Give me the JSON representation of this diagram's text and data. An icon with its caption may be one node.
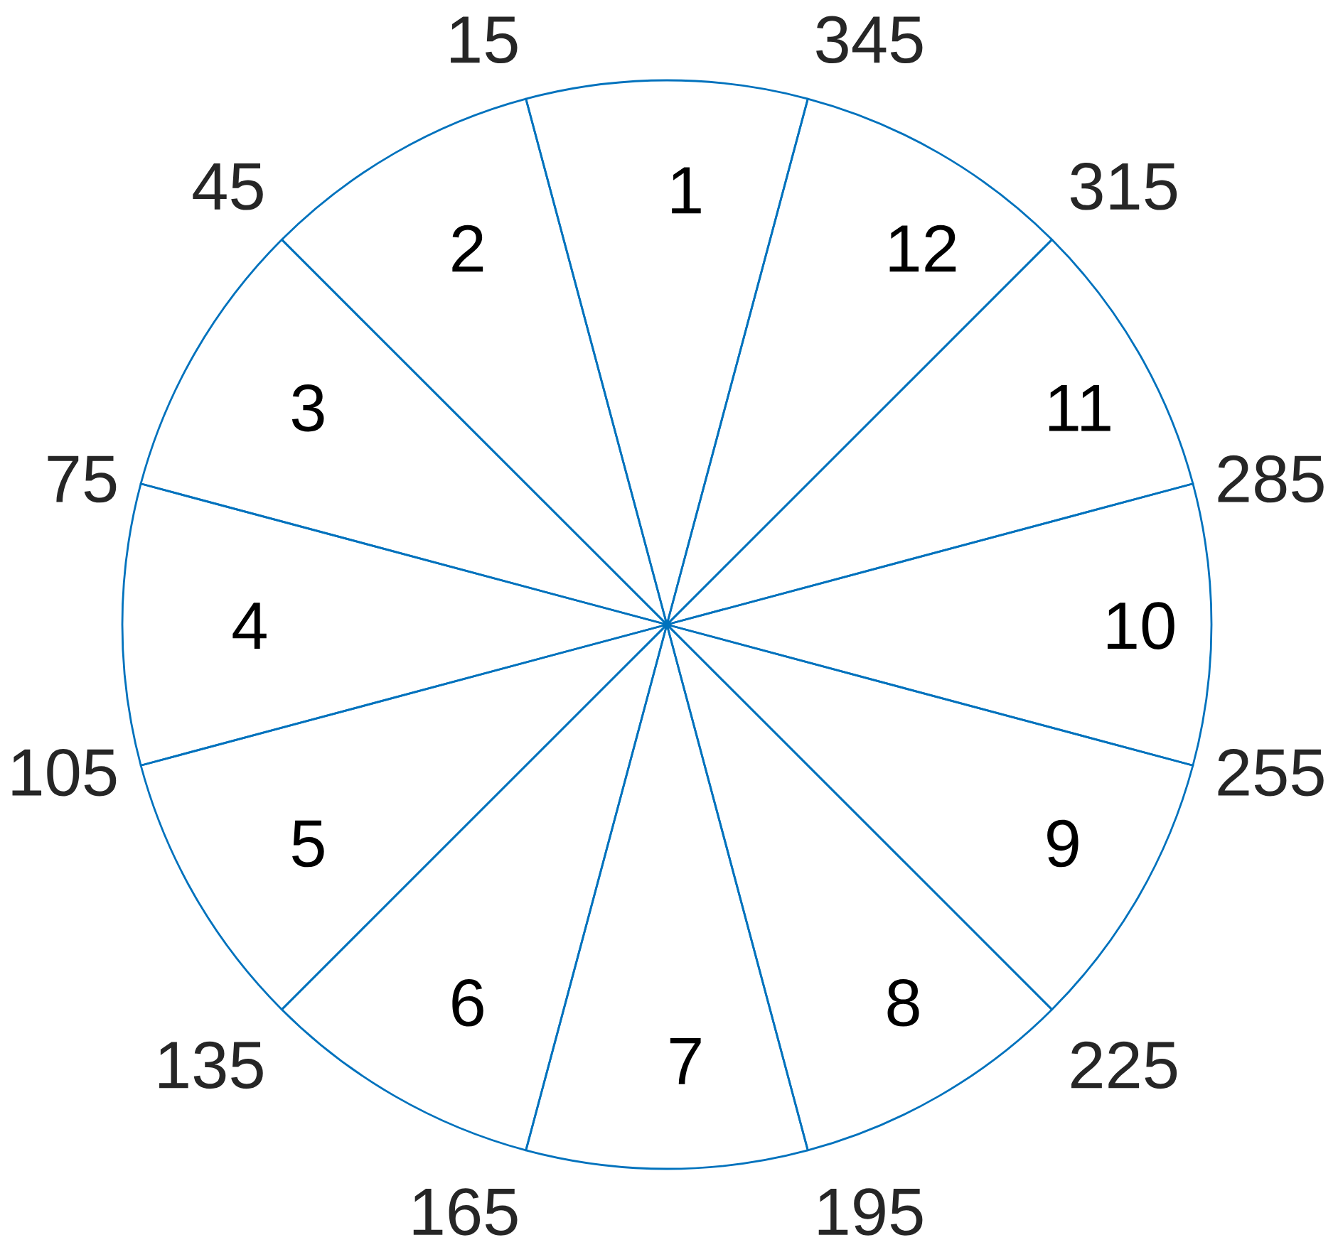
{
  "diagram": {
    "nodes": [
      {
        "text": [
          "1"
        ]
      },
      {
        "text": [
          "2"
        ]
      },
      {
        "text": [
          "12"
        ]
      },
      {
        "text": [
          "3"
        ]
      },
      {
        "text": [
          "11"
        ]
      },
      {
        "text": [
          "4"
        ]
      },
      {
        "text": [
          "10"
        ]
      },
      {
        "text": [
          "5"
        ]
      },
      {
        "text": [
          "9"
        ]
      },
      {
        "text": [
          "6"
        ]
      },
      {
        "text": [
          "8"
        ]
      },
      {
        "text": [
          "7"
        ]
      }
    ],
    "labels": [
      "15",
      "345",
      "45",
      "315",
      "75",
      "285",
      "105",
      "255",
      "135",
      "225",
      "165",
      "195"
    ]
  }
}
